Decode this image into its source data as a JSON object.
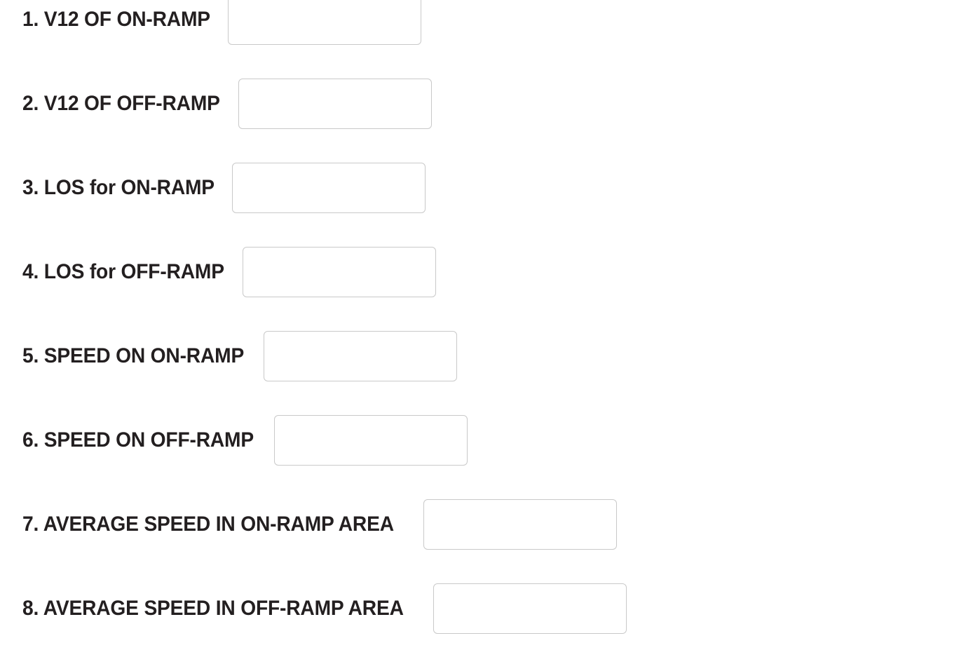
{
  "page": {
    "background_color": "#ffffff",
    "text_color": "#231f20",
    "field_border_color": "#c9c9c9"
  },
  "form": {
    "rows": [
      {
        "number": "1.",
        "label": "1. V12 OF ON-RAMP",
        "field_value": "",
        "field_placeholder": ""
      },
      {
        "number": "2.",
        "label": "2. V12 OF OFF-RAMP",
        "field_value": "",
        "field_placeholder": ""
      },
      {
        "number": "3.",
        "label": "3. LOS for ON-RAMP",
        "field_value": "",
        "field_placeholder": ""
      },
      {
        "number": "4.",
        "label": "4. LOS for OFF-RAMP",
        "field_value": "",
        "field_placeholder": ""
      },
      {
        "number": "5.",
        "label": "5. SPEED ON ON-RAMP",
        "field_value": "",
        "field_placeholder": ""
      },
      {
        "number": "6.",
        "label": "6. SPEED ON OFF-RAMP",
        "field_value": "",
        "field_placeholder": ""
      },
      {
        "number": "7.",
        "label": "7. AVERAGE SPEED IN ON-RAMP AREA",
        "field_value": "",
        "field_placeholder": ""
      },
      {
        "number": "8.",
        "label": "8. AVERAGE SPEED IN OFF-RAMP AREA",
        "field_value": "",
        "field_placeholder": ""
      }
    ]
  }
}
